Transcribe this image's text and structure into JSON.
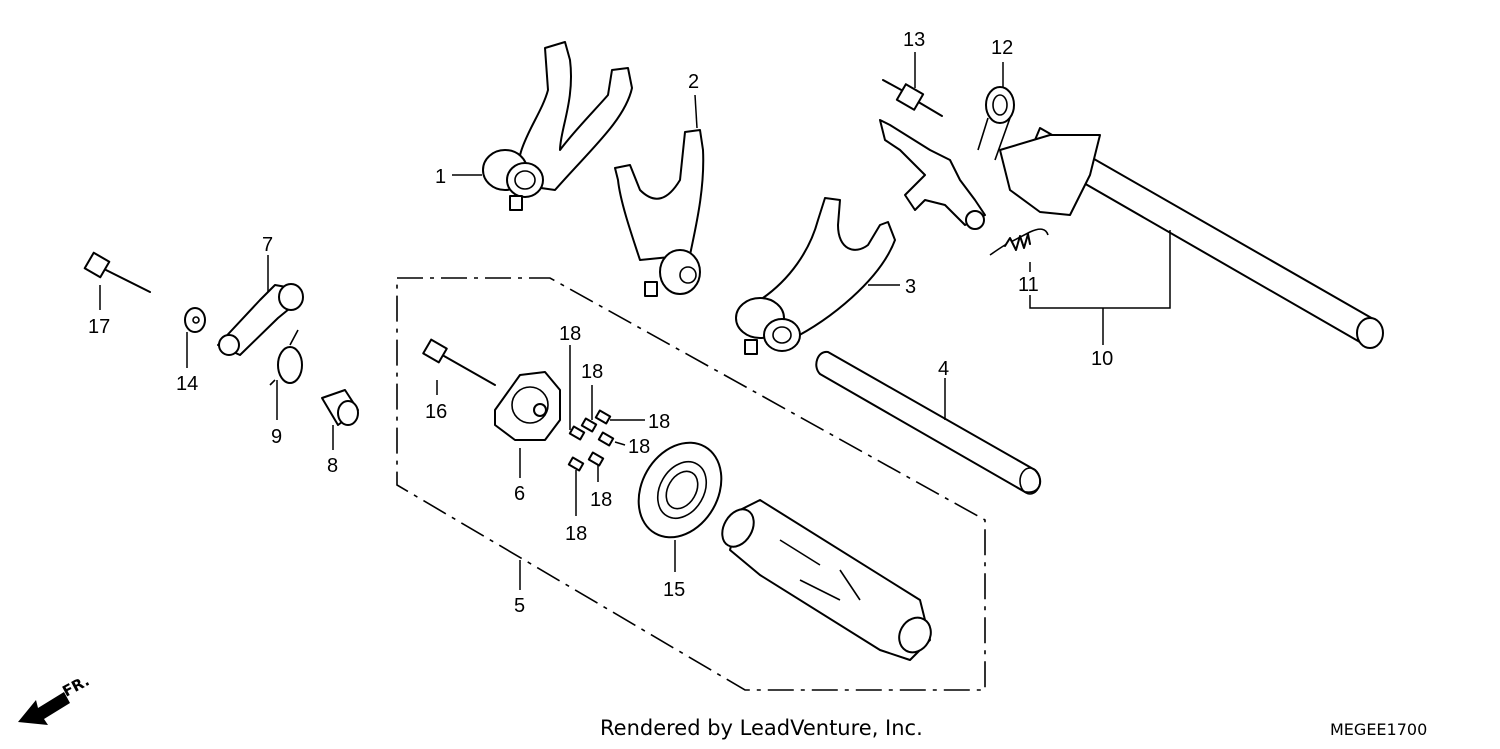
{
  "footer": {
    "credit": "Rendered by LeadVenture, Inc.",
    "diagram_code": "MEGEE1700"
  },
  "direction_label": "FR.",
  "callouts": [
    "1",
    "2",
    "3",
    "4",
    "5",
    "6",
    "7",
    "8",
    "9",
    "10",
    "11",
    "12",
    "13",
    "14",
    "15",
    "16",
    "17",
    "18",
    "18",
    "18",
    "18",
    "18",
    "18"
  ],
  "colors": {
    "line": "#000000",
    "background": "#ffffff"
  }
}
